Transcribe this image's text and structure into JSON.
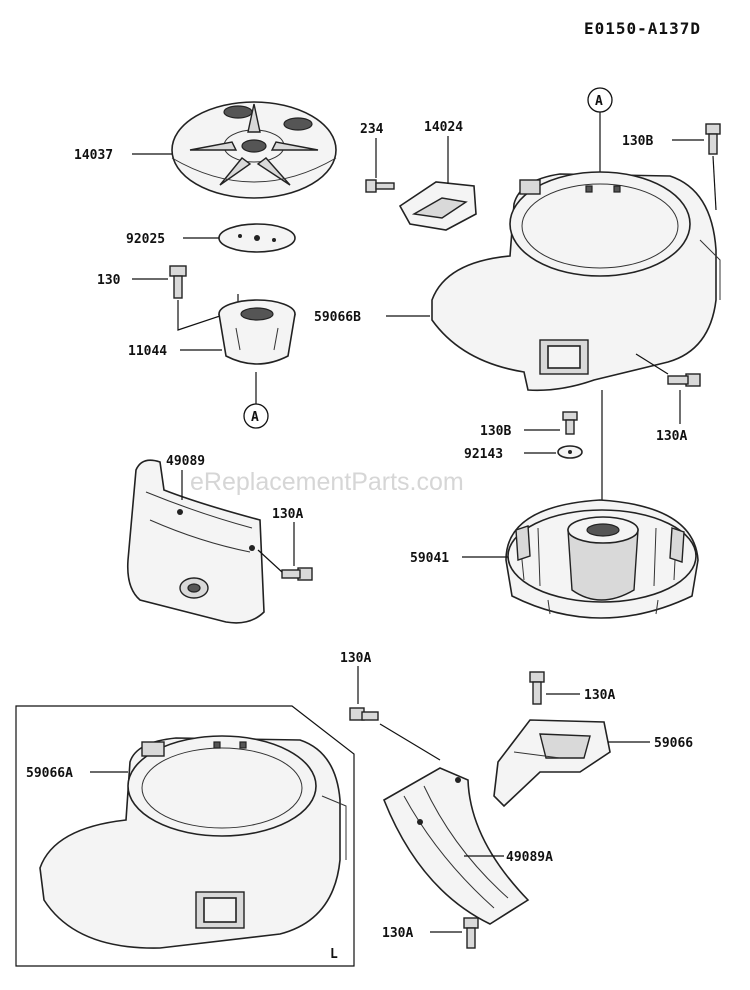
{
  "diagram_code": "E0150-A137D",
  "watermark": "eReplacementParts.com",
  "callouts": {
    "c14037": "14037",
    "c92025": "92025",
    "c130": "130",
    "c11044": "11044",
    "c234": "234",
    "c14024": "14024",
    "c130b_top": "130B",
    "c59066b": "59066B",
    "c130a_right": "130A",
    "c130b_mid": "130B",
    "c92143": "92143",
    "c49089": "49089",
    "c130a_shroud": "130A",
    "c59041": "59041",
    "c130a_mid": "130A",
    "c130a_cover": "130A",
    "c59066": "59066",
    "c59066a": "59066A",
    "c49089a": "49089A",
    "c130a_bottom": "130A",
    "inset_mark": "L"
  },
  "reference_marks": {
    "top": "A",
    "left": "A"
  }
}
